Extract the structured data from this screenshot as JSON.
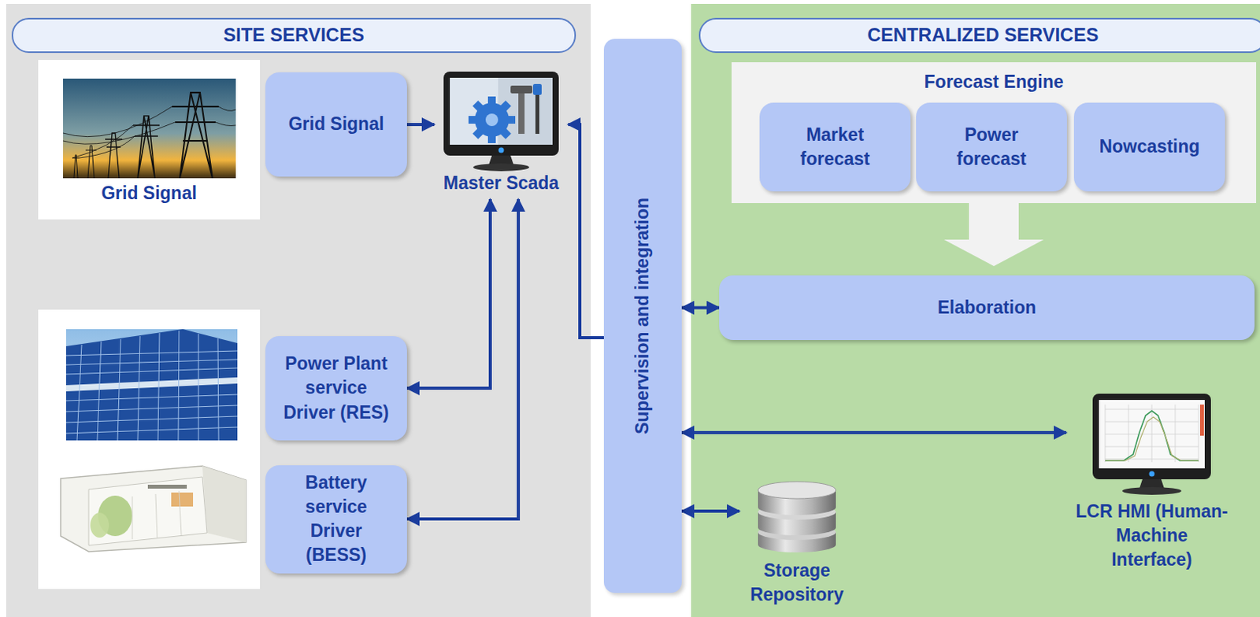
{
  "diagram": {
    "nodes": [
      {
        "text": [
          "SITE SERVICES"
        ]
      },
      {
        "text": [
          "Grid Signal"
        ],
        "in": 0
      },
      {
        "text": [
          "Grid Signal"
        ],
        "in": 0
      },
      {
        "text": [
          "Master Scada"
        ],
        "in": 0
      },
      {
        "text": [
          "Power Plant service Driver (RES)"
        ],
        "in": 0
      },
      {
        "text": [
          "Battery service Driver (BESS)"
        ],
        "in": 0
      },
      {
        "text": [
          "Supervision and integration"
        ]
      },
      {
        "text": [
          "CENTRALIZED SERVICES"
        ]
      },
      {
        "text": [
          "Forecast Engine"
        ],
        "in": 7
      },
      {
        "text": [
          "Market forecast"
        ],
        "in": 8
      },
      {
        "text": [
          "Power forecast"
        ],
        "in": 8
      },
      {
        "text": [
          "Nowcasting"
        ],
        "in": 8
      },
      {
        "text": [
          "Elaboration"
        ],
        "in": 7
      },
      {
        "text": [
          "Storage Repository"
        ],
        "in": 7
      },
      {
        "text": [
          "LCR HMI (Human-Machine Interface)"
        ],
        "in": 7
      }
    ],
    "edges": [
      {
        "from": 2,
        "to": 3,
        "arrow": "to"
      },
      {
        "from": 3,
        "to": 4,
        "arrow": "both"
      },
      {
        "from": 3,
        "to": 5,
        "arrow": "both"
      },
      {
        "from": 6,
        "to": 3,
        "arrow": "to"
      },
      {
        "from": 8,
        "to": 12,
        "arrow": "to"
      },
      {
        "from": 6,
        "to": 12,
        "arrow": "both"
      },
      {
        "from": 6,
        "to": 14,
        "arrow": "both"
      },
      {
        "from": 6,
        "to": 13,
        "arrow": "both"
      }
    ]
  }
}
